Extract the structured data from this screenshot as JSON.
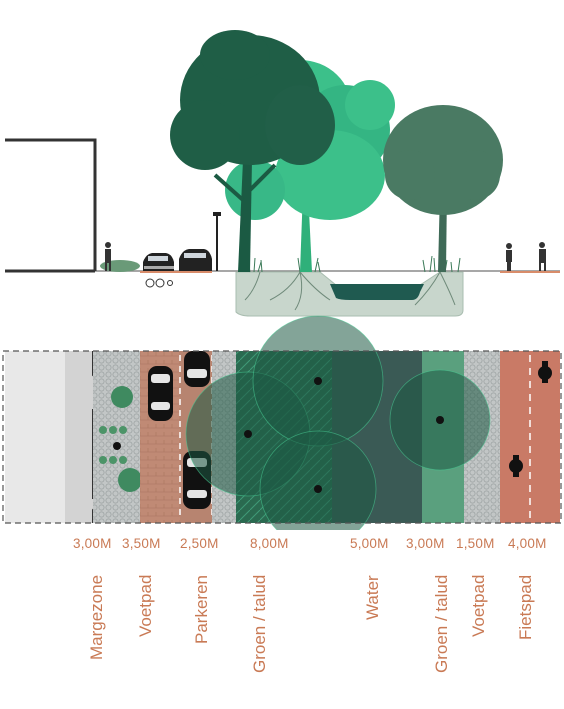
{
  "colors": {
    "accent_text": "#c97a55",
    "green_dark": "#1f5a43",
    "green_mid": "#2f7f5e",
    "green_light": "#3fbf8c",
    "path_red": "#c97a66",
    "pavement_grey": "#b9b9b9",
    "water": "#2a5a52"
  },
  "dimensions": [
    "3,00M",
    "3,50M",
    "2,50M",
    "8,00M",
    "5,00M",
    "3,00M",
    "1,50M",
    "4,00M"
  ],
  "zones": [
    "Margezone",
    "Voetpad",
    "Parkeren",
    "Groen / talud",
    "Water",
    "Groen / talud",
    "Voetpad",
    "Fietspad"
  ]
}
